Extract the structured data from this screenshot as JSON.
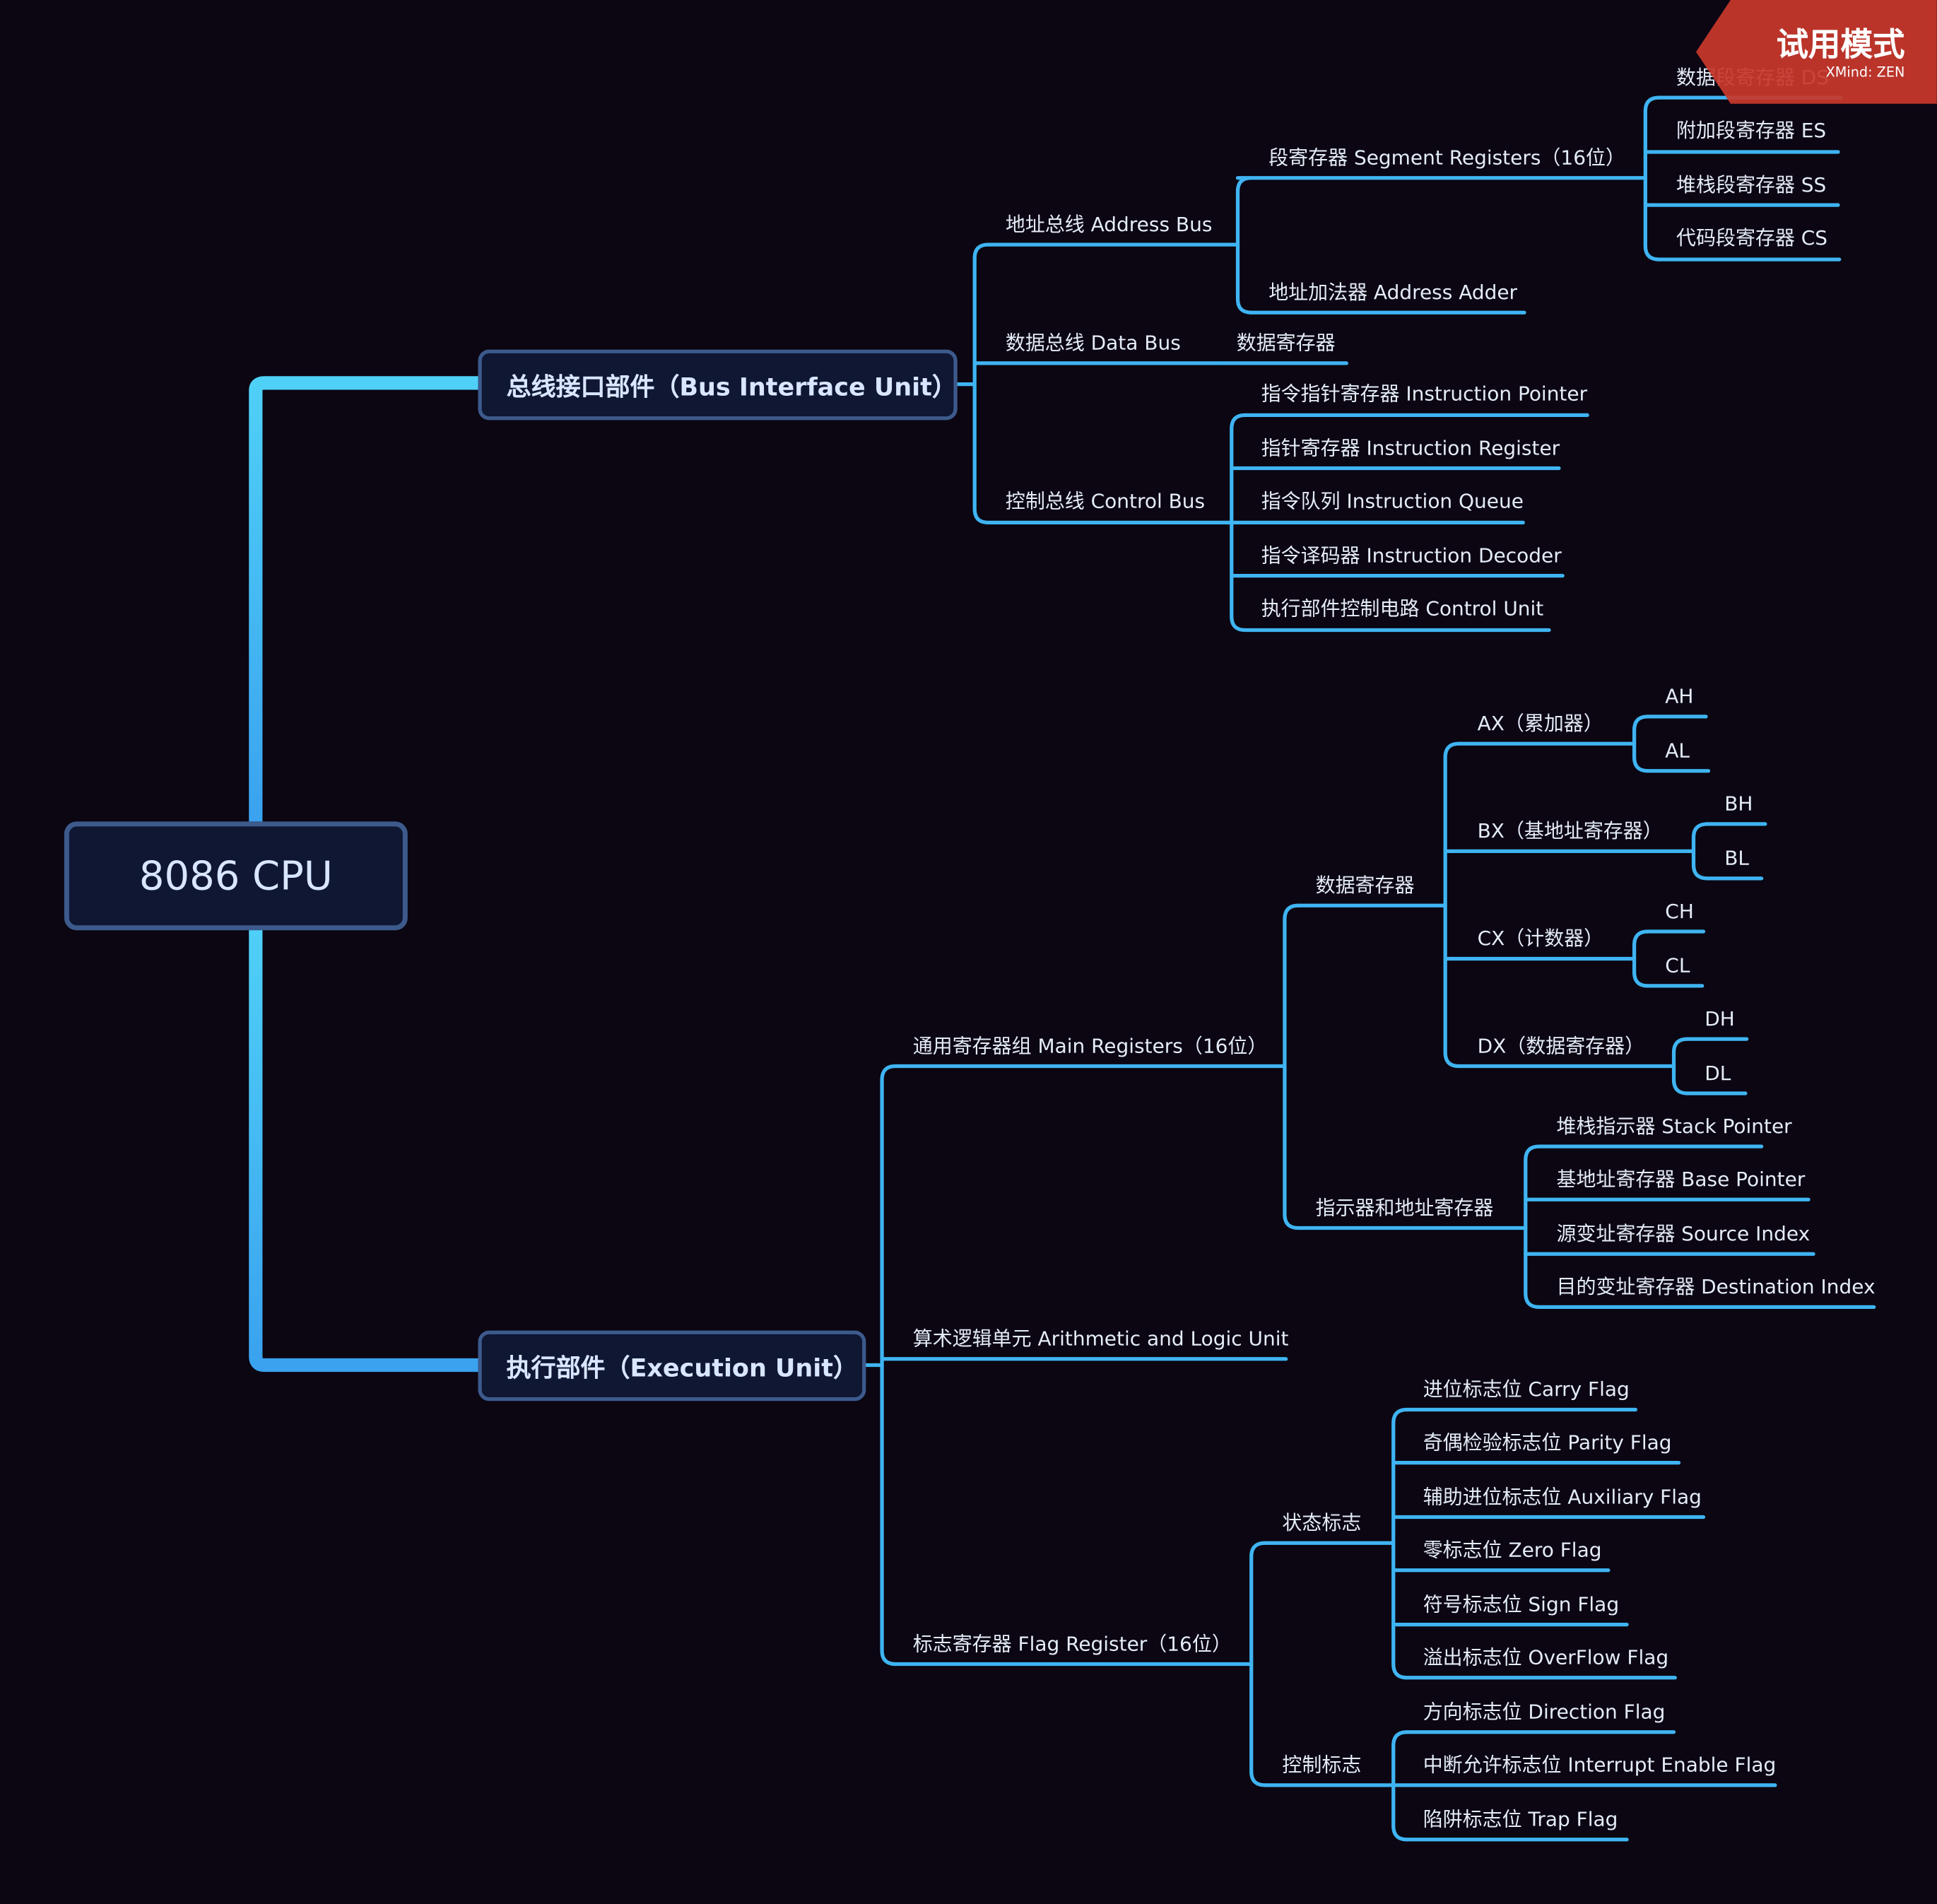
{
  "root": "8086 CPU",
  "biu": {
    "title": "总线接口部件（Bus Interface Unit）",
    "address_bus": "地址总线 Address Bus",
    "segment_registers": "段寄存器 Segment Registers（16位）",
    "ds": "数据段寄存器 DS",
    "es": "附加段寄存器 ES",
    "ss": "堆栈段寄存器 SS",
    "cs": "代码段寄存器 CS",
    "address_adder": "地址加法器 Address Adder",
    "data_bus": "数据总线 Data Bus",
    "data_register": "数据寄存器",
    "control_bus": "控制总线 Control Bus",
    "ip": "指令指针寄存器 Instruction Pointer",
    "ir": "指针寄存器 Instruction Register",
    "iq": "指令队列 Instruction Queue",
    "id": "指令译码器 Instruction Decoder",
    "cu": "执行部件控制电路 Control Unit"
  },
  "eu": {
    "title": "执行部件（Execution Unit）",
    "main_registers": "通用寄存器组 Main Registers（16位）",
    "data_registers": "数据寄存器",
    "ax": "AX（累加器）",
    "ah": "AH",
    "al": "AL",
    "bx": "BX（基地址寄存器）",
    "bh": "BH",
    "bl": "BL",
    "cx": "CX（计数器）",
    "ch": "CH",
    "cl": "CL",
    "dx": "DX（数据寄存器）",
    "dh": "DH",
    "dl": "DL",
    "pointer_index": "指示器和地址寄存器",
    "sp": "堆栈指示器 Stack Pointer",
    "bp": "基地址寄存器 Base Pointer",
    "si": "源变址寄存器 Source Index",
    "di": "目的变址寄存器 Destination Index",
    "alu": "算术逻辑单元 Arithmetic and Logic Unit",
    "flag_register": "标志寄存器 Flag Register（16位）",
    "status_flags": "状态标志",
    "cf": "进位标志位 Carry Flag",
    "pf": "奇偶检验标志位 Parity Flag",
    "af": "辅助进位标志位 Auxiliary Flag",
    "zf": "零标志位 Zero Flag",
    "sf": "符号标志位 Sign Flag",
    "of": "溢出标志位 OverFlow Flag",
    "control_flags": "控制标志",
    "df": "方向标志位  Direction Flag",
    "if": "中断允许标志位 Interrupt Enable Flag",
    "tf": "陷阱标志位 Trap Flag"
  },
  "badge": {
    "text": "试用模式",
    "brand": "XMind: ZEN"
  },
  "colors": {
    "background": "#0b0612",
    "branch": "#3fb4f2",
    "trunk": "#4fc3f7",
    "badge": "#c8382c",
    "node_fill": "#0f1733",
    "node_border": "#3d5a8c"
  }
}
